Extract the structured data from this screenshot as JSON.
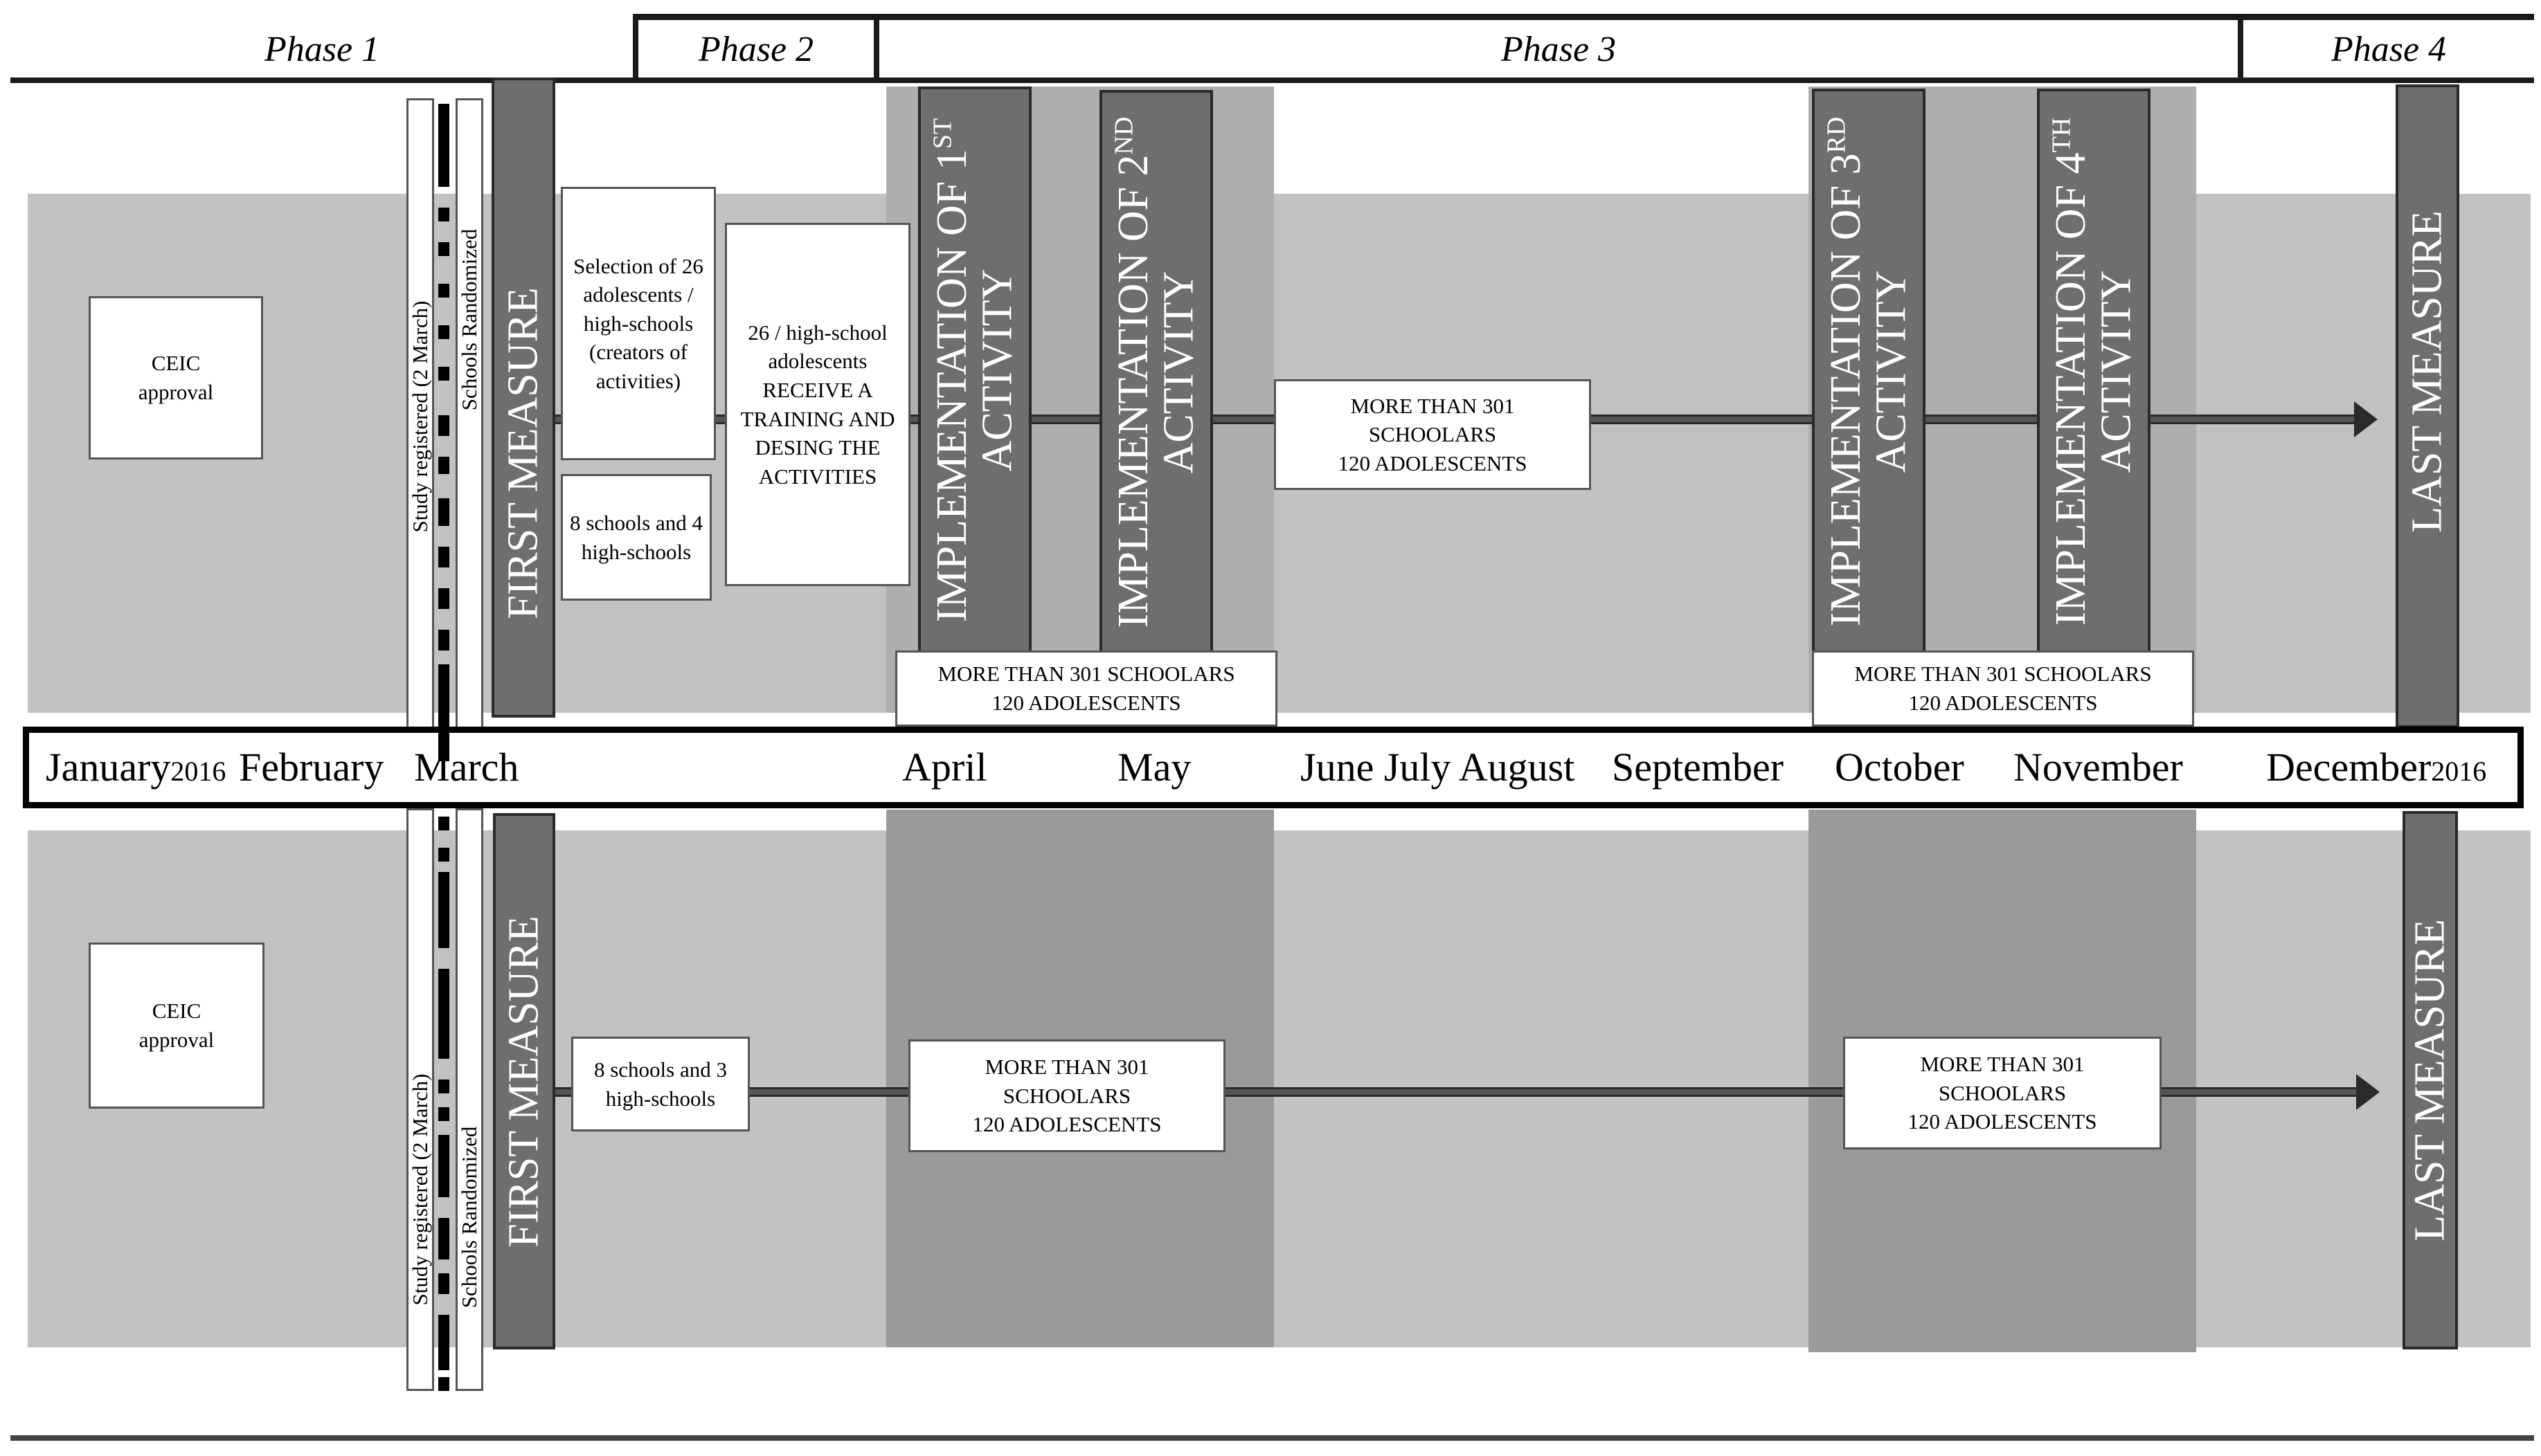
{
  "phases": [
    {
      "label": "Phase 1"
    },
    {
      "label": "Phase 2"
    },
    {
      "label": "Phase 3"
    },
    {
      "label": "Phase 4"
    }
  ],
  "top_row": {
    "ceic": "CEIC approval",
    "study_registered": "Study registered (2 March)",
    "schools_randomized": "Schools Randomized",
    "first_measure": "FIRST MEASURE",
    "selection_box": "Selection of 26 adolescents / high-schools (creators of activities)",
    "schools_box": "8 schools and 4 high-schools",
    "training_box": "26 / high-school adolescents RECEIVE A TRAINING AND DESING THE ACTIVITIES",
    "impl1": "IMPLEMENTATION OF 1ST ACTIVITY",
    "impl1_lines": [
      "IMPLEMENTATION OF 1",
      "ST",
      "ACTIVITY"
    ],
    "impl2_lines": [
      "IMPLEMENTATION OF 2",
      "ND",
      "ACTIVITY"
    ],
    "impl3_lines": [
      "IMPLEMENTATION OF 3",
      "RD",
      "ACTIVITY"
    ],
    "impl4_lines": [
      "IMPLEMENTATION OF 4",
      "TH",
      "ACTIVITY"
    ],
    "schoolars_mid": [
      "MORE THAN 301",
      "SCHOOLARS",
      "120 ADOLESCENTS"
    ],
    "schoolars_left": [
      "MORE THAN 301 SCHOOLARS",
      "120 ADOLESCENTS"
    ],
    "schoolars_right": [
      "MORE THAN 301 SCHOOLARS",
      "120 ADOLESCENTS"
    ],
    "last_measure": "LAST MEASURE"
  },
  "months": {
    "january": "January",
    "year_start": "2016",
    "february": "February",
    "march": "March",
    "april": "April",
    "may": "May",
    "june_july_august": "June July August",
    "september": "September",
    "october": "October",
    "november": "November",
    "december": "December",
    "year_end": "2016"
  },
  "bottom_row": {
    "ceic": "CEIC approval",
    "study_registered": "Study registered (2 March)",
    "schools_randomized": "Schools Randomized",
    "first_measure": "FIRST MEASURE",
    "schools_box": "8 schools and 3 high-schools",
    "schoolars_left": [
      "MORE THAN 301",
      "SCHOOLARS",
      "120 ADOLESCENTS"
    ],
    "schoolars_right": [
      "MORE THAN 301",
      "SCHOOLARS",
      "120 ADOLESCENTS"
    ],
    "last_measure": "LAST MEASURE"
  }
}
